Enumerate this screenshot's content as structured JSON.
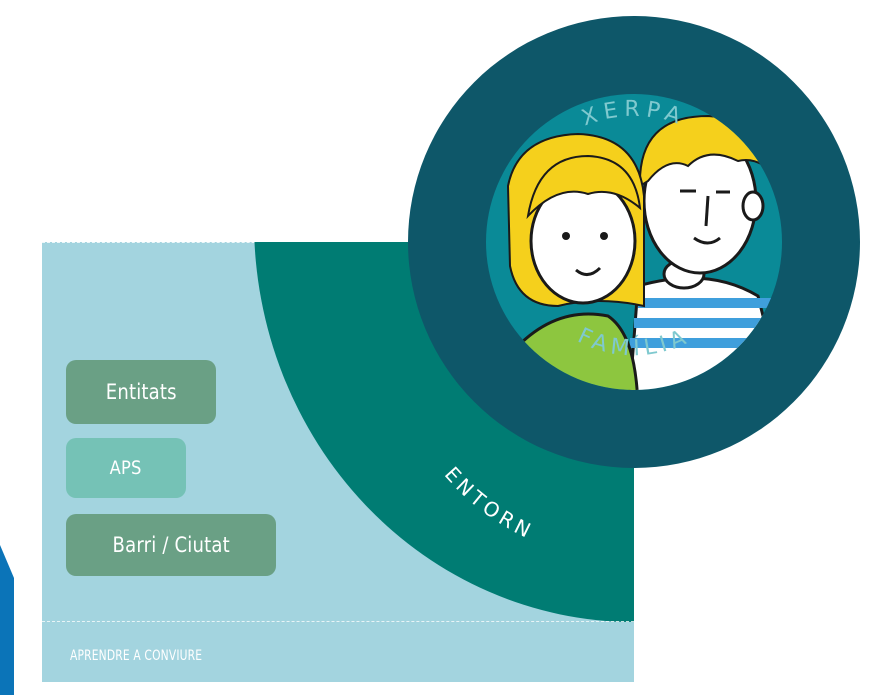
{
  "logo": {
    "top_text": "XERPA",
    "bottom_text": "FAMÍLIA"
  },
  "arc_label": "ENTORN",
  "buttons": {
    "entitats": "Entitats",
    "aps": "APS",
    "barri": "Barri / Ciutat"
  },
  "footer": {
    "text": "APRENDRE A CONVIURE"
  },
  "colors": {
    "panel": "#a3d4df",
    "arc": "#007c73",
    "logo_ring": "#0e5769",
    "logo_inner": "#0a8a97",
    "pill_dark": "#6aa085",
    "pill_light": "#75c2b6"
  }
}
